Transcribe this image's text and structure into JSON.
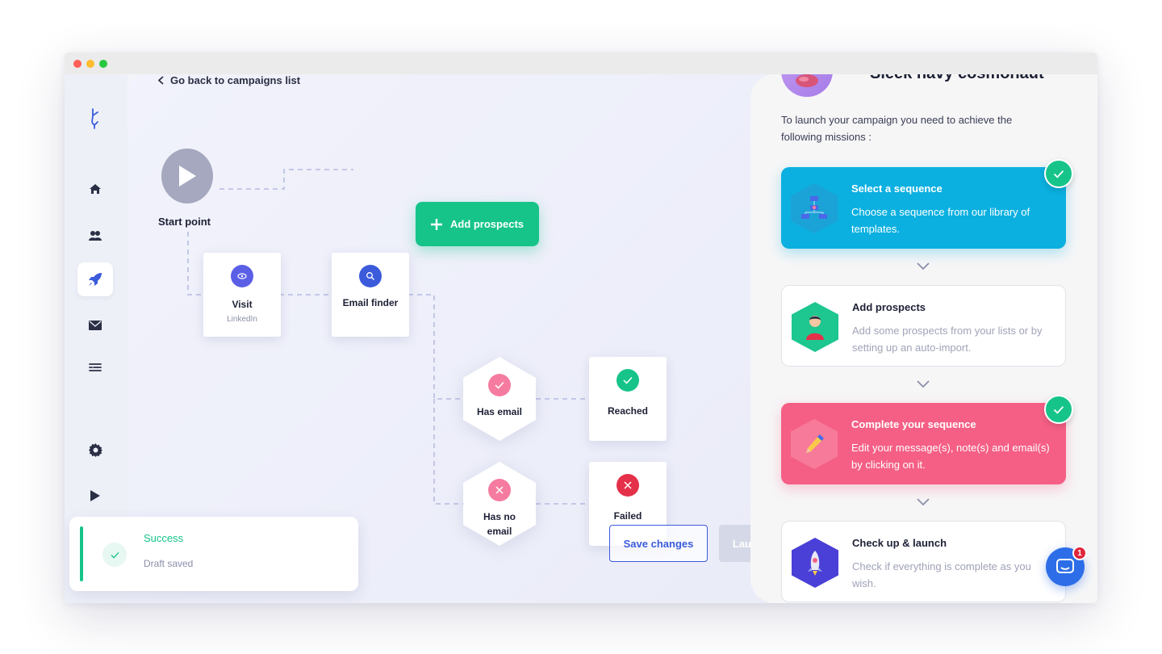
{
  "window": {
    "traffic_lights": [
      "#ff5f57",
      "#febc2e",
      "#28c840"
    ]
  },
  "sidebar": {
    "items": [
      {
        "icon": "logo-icon"
      },
      {
        "icon": "home-icon"
      },
      {
        "icon": "users-icon"
      },
      {
        "icon": "rocket-icon",
        "active": true
      },
      {
        "icon": "mail-icon"
      },
      {
        "icon": "list-icon"
      },
      {
        "icon": "gear-icon"
      },
      {
        "icon": "play-icon"
      }
    ]
  },
  "canvas": {
    "back_link": "Go back to campaigns list",
    "start_label": "Start point",
    "add_prospects_label": "Add prospects",
    "nodes": {
      "visit": {
        "title": "Visit",
        "sub": "LinkedIn"
      },
      "email_finder": {
        "title": "Email finder"
      },
      "has_email": {
        "title": "Has email"
      },
      "has_no_email": {
        "title": "Has no email"
      },
      "reached": {
        "title": "Reached"
      },
      "failed": {
        "title": "Failed"
      }
    },
    "save_label": "Save changes",
    "launch_label": "Launch"
  },
  "toast": {
    "title": "Success",
    "subtitle": "Draft saved"
  },
  "panel": {
    "name": "Sleek navy cosmonaut",
    "intro": "To launch your campaign you need to achieve the following missions :",
    "missions": [
      {
        "title": "Select a sequence",
        "desc": "Choose a sequence from our library of templates.",
        "done": true,
        "color": "#0bb0e0"
      },
      {
        "title": "Add prospects",
        "desc": "Add some prospects from your lists or by setting up an auto-import.",
        "done": false,
        "color": "#ffffff"
      },
      {
        "title": "Complete your sequence",
        "desc": "Edit your message(s), note(s) and email(s) by clicking on it.",
        "done": true,
        "color": "#f55f85"
      },
      {
        "title": "Check up & launch",
        "desc": "Check if everything is complete as you wish.",
        "done": false,
        "color": "#ffffff"
      }
    ]
  },
  "chat": {
    "badge": "1"
  },
  "colors": {
    "green": "#16c48a",
    "blue": "#3b5bdb",
    "pink": "#f55f85",
    "cyan": "#0bb0e0"
  }
}
